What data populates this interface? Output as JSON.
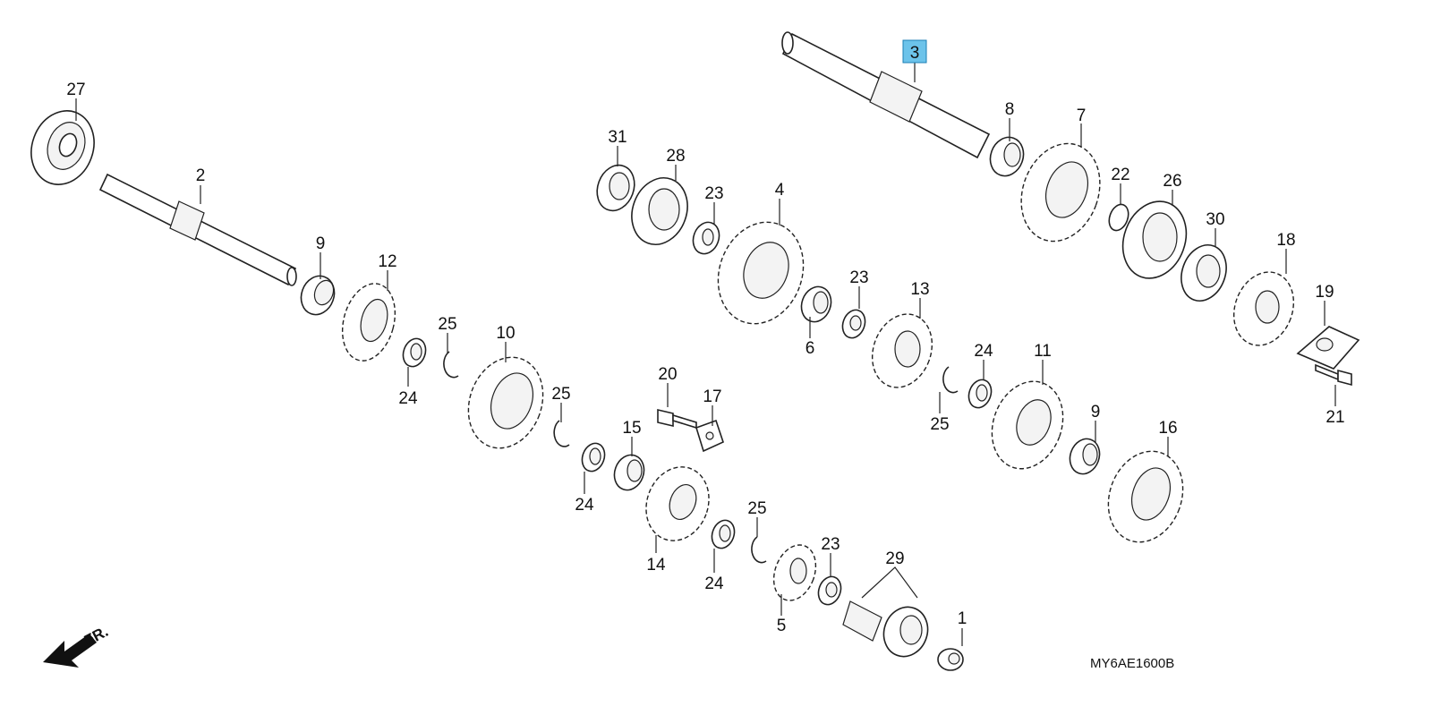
{
  "diagram_code": "MY6AE1600B",
  "direction_label": "FR.",
  "highlighted_callout": "3",
  "highlight_color": "#6cc3ea",
  "callouts": [
    {
      "id": "c1",
      "text": "1"
    },
    {
      "id": "c2",
      "text": "2"
    },
    {
      "id": "c3",
      "text": "3"
    },
    {
      "id": "c4",
      "text": "4"
    },
    {
      "id": "c5",
      "text": "5"
    },
    {
      "id": "c6",
      "text": "6"
    },
    {
      "id": "c7",
      "text": "7"
    },
    {
      "id": "c8",
      "text": "8"
    },
    {
      "id": "c9a",
      "text": "9"
    },
    {
      "id": "c9b",
      "text": "9"
    },
    {
      "id": "c10",
      "text": "10"
    },
    {
      "id": "c11",
      "text": "11"
    },
    {
      "id": "c12",
      "text": "12"
    },
    {
      "id": "c13",
      "text": "13"
    },
    {
      "id": "c14",
      "text": "14"
    },
    {
      "id": "c15",
      "text": "15"
    },
    {
      "id": "c16",
      "text": "16"
    },
    {
      "id": "c17",
      "text": "17"
    },
    {
      "id": "c18",
      "text": "18"
    },
    {
      "id": "c19",
      "text": "19"
    },
    {
      "id": "c20",
      "text": "20"
    },
    {
      "id": "c21",
      "text": "21"
    },
    {
      "id": "c22",
      "text": "22"
    },
    {
      "id": "c23a",
      "text": "23"
    },
    {
      "id": "c23b",
      "text": "23"
    },
    {
      "id": "c23c",
      "text": "23"
    },
    {
      "id": "c24a",
      "text": "24"
    },
    {
      "id": "c24b",
      "text": "24"
    },
    {
      "id": "c24c",
      "text": "24"
    },
    {
      "id": "c24d",
      "text": "24"
    },
    {
      "id": "c25a",
      "text": "25"
    },
    {
      "id": "c25b",
      "text": "25"
    },
    {
      "id": "c25c",
      "text": "25"
    },
    {
      "id": "c25d",
      "text": "25"
    },
    {
      "id": "c26",
      "text": "26"
    },
    {
      "id": "c27",
      "text": "27"
    },
    {
      "id": "c28",
      "text": "28"
    },
    {
      "id": "c29",
      "text": "29"
    },
    {
      "id": "c30",
      "text": "30"
    },
    {
      "id": "c31",
      "text": "31"
    }
  ]
}
